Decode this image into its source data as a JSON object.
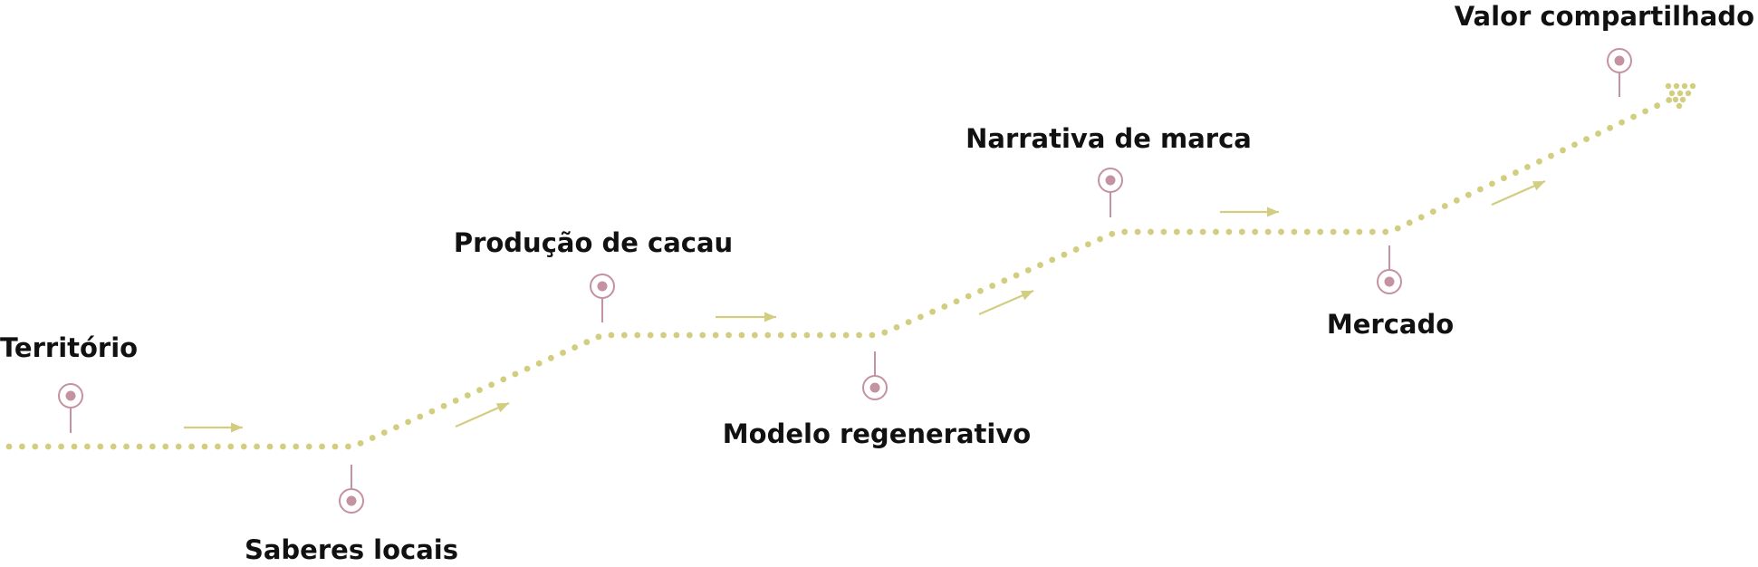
{
  "colors": {
    "path": "#d3cd80",
    "marker": "#c492a0",
    "text": "#111111"
  },
  "milestones": [
    {
      "label": "Território"
    },
    {
      "label": "Saberes locais"
    },
    {
      "label": "Produção de cacau"
    },
    {
      "label": "Modelo regenerativo"
    },
    {
      "label": "Narrativa de marca"
    },
    {
      "label": "Mercado"
    },
    {
      "label": "Valor compartilhado"
    }
  ]
}
